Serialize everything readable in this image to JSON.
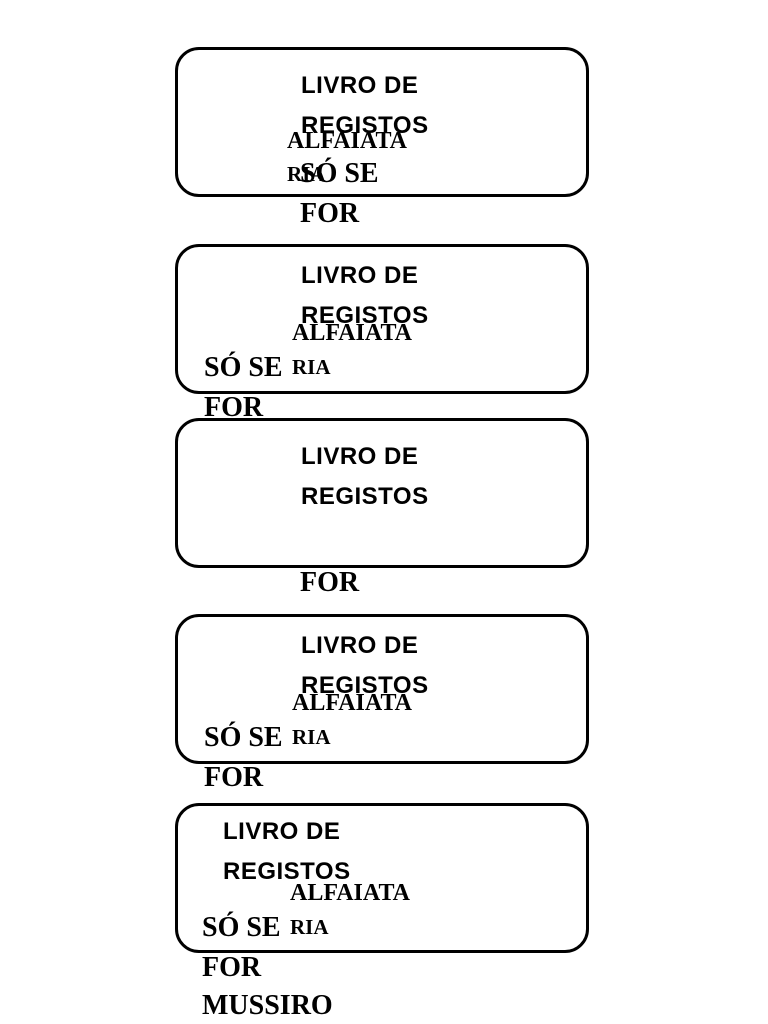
{
  "cards": [
    {
      "title_line1": "LIVRO DE",
      "title_line2": "REGISTOS",
      "word_line1": "ALFAIATA",
      "word_line2": "RIA",
      "cond_line1": "SÓ SE",
      "cond_line2": "FOR"
    },
    {
      "title_line1": "LIVRO DE",
      "title_line2": "REGISTOS",
      "word_line1": "ALFAIATA",
      "word_line2": "RIA",
      "cond_line1": "SÓ SE",
      "cond_line2": "FOR"
    },
    {
      "title_line1": "LIVRO DE",
      "title_line2": "REGISTOS",
      "cond_line2": "FOR"
    },
    {
      "title_line1": "LIVRO DE",
      "title_line2": "REGISTOS",
      "word_line1": "ALFAIATA",
      "word_line2": "RIA",
      "cond_line1": "SÓ SE",
      "cond_line2": "FOR"
    },
    {
      "title_line1": "LIVRO DE",
      "title_line2": "REGISTOS",
      "word_line1": "ALFAIATA",
      "word_line2": "RIA",
      "cond_line1": "SÓ SE",
      "cond_line2": "FOR",
      "cond_line3": "MUSSIRO"
    }
  ]
}
